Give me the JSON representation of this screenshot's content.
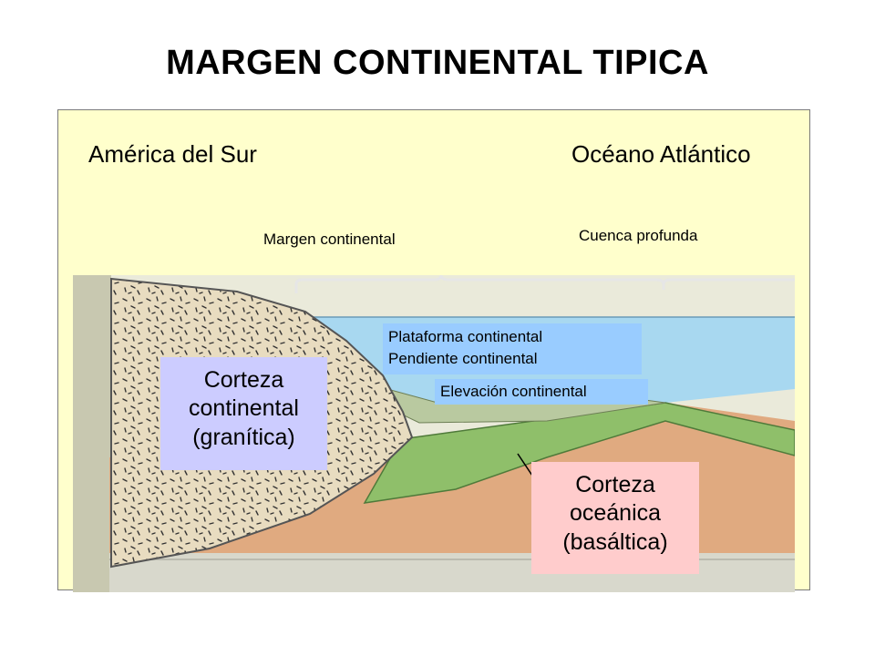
{
  "title": "MARGEN CONTINENTAL TIPICA",
  "labels": {
    "left_region": "América del Sur",
    "right_region": "Océano Atlántico",
    "margin": "Margen continental",
    "basin": "Cuenca profunda",
    "shelf": "Plataforma continental",
    "slope": "Pendiente continental",
    "rise": "Elevación continental"
  },
  "continental_crust": {
    "line1": "Corteza",
    "line2": "continental",
    "line3": "(granítica)"
  },
  "oceanic_crust": {
    "line1": "Corteza",
    "line2": "oceánica",
    "line3": "(basáltica)"
  },
  "colors": {
    "background_panel": "#ffffcc",
    "ocean": "#a8d8f0",
    "continental_crust": "#e8dcc0",
    "oceanic_crust": "#8fbf6a",
    "mantle": "#e0aa80",
    "continental_label_box": "#ccccff",
    "oceanic_label_box": "#ffcccc",
    "label_box_blue": "#99ccff"
  }
}
